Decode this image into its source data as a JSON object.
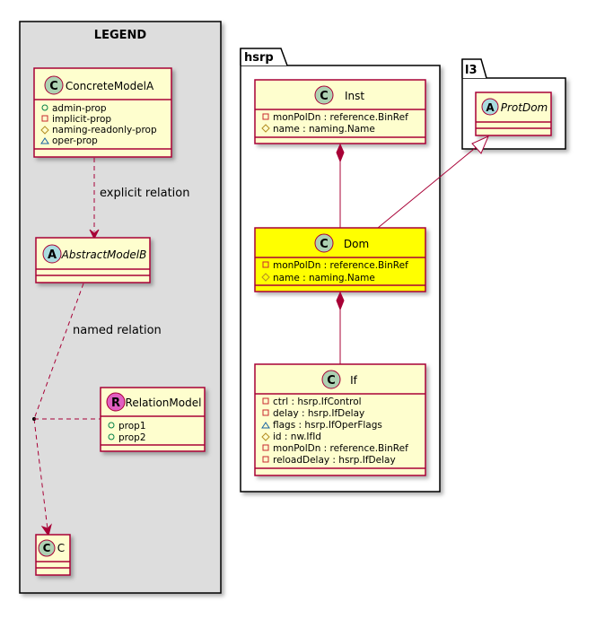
{
  "legend": {
    "title": "LEGEND",
    "concrete": {
      "badge": "C",
      "name": "ConcreteModelA",
      "attrs": [
        "admin-prop",
        "implicit-prop",
        "naming-readonly-prop",
        "oper-prop"
      ]
    },
    "abstract": {
      "badge": "A",
      "name": "AbstractModelB"
    },
    "relation_model": {
      "badge": "R",
      "name": "RelationModel",
      "attrs": [
        "prop1",
        "prop2"
      ]
    },
    "c_class": {
      "badge": "C",
      "name": "C"
    },
    "explicit_label": "explicit relation",
    "named_label": "named relation"
  },
  "hsrp": {
    "title": "hsrp",
    "inst": {
      "badge": "C",
      "name": "Inst",
      "attrs": [
        "monPolDn : reference.BinRef",
        "name : naming.Name"
      ]
    },
    "dom": {
      "badge": "C",
      "name": "Dom",
      "attrs": [
        "monPolDn : reference.BinRef",
        "name : naming.Name"
      ]
    },
    "if": {
      "badge": "C",
      "name": "If",
      "attrs": [
        "ctrl : hsrp.IfControl",
        "delay : hsrp.IfDelay",
        "flags : hsrp.IfOperFlags",
        "id : nw.IfId",
        "monPolDn : reference.BinRef",
        "reloadDelay : hsrp.IfDelay"
      ]
    }
  },
  "l3": {
    "title": "l3",
    "protdom": {
      "badge": "A",
      "name": "ProtDom"
    }
  },
  "colors": {
    "class_fill": "#FEFECE",
    "class_border": "#A80036",
    "highlight": "#FFFF00",
    "legend_bg": "#DDDDDD",
    "badge_c": "#ADD1B2",
    "badge_a": "#A9DCDF",
    "badge_r": "#E05FC1"
  }
}
